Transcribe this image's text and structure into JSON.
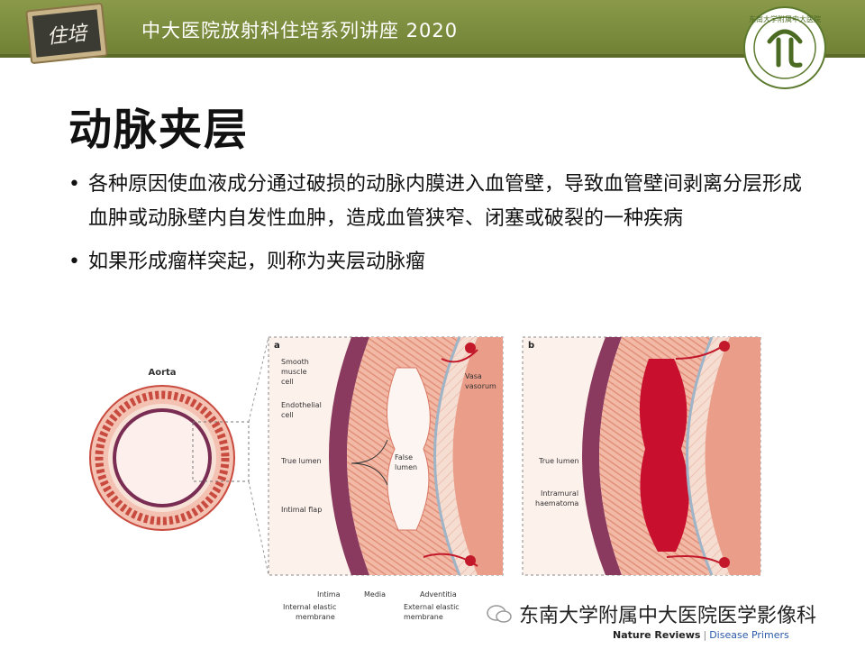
{
  "header": {
    "title": "中大医院放射科住培系列讲座 2020",
    "badge_text": "住培",
    "logo_text": "东南大学附属中大医院"
  },
  "slide": {
    "title": "动脉夹层",
    "bullets": [
      "各种原因使血液成分通过破损的动脉内膜进入血管壁，导致血管壁间剥离分层形成血肿或动脉壁内自发性血肿，造成血管狭窄、闭塞或破裂的一种疾病",
      "如果形成瘤样突起，则称为夹层动脉瘤"
    ],
    "bullet_glyph": "•"
  },
  "figure": {
    "aorta_label": "Aorta",
    "panel_a": {
      "letter": "a",
      "labels": {
        "smooth_muscle": [
          "Smooth",
          "muscle",
          "cell"
        ],
        "endothelial": [
          "Endothelial",
          "cell"
        ],
        "true_lumen": "True lumen",
        "false_lumen": [
          "False",
          "lumen"
        ],
        "intimal_flap": "Intimal flap",
        "vasa_vasorum": [
          "Vasa",
          "vasorum"
        ],
        "intima": "Intima",
        "media": "Media",
        "adventitia": "Adventitia",
        "internal_elastic": [
          "Internal elastic",
          "membrane"
        ],
        "external_elastic": [
          "External elastic",
          "membrane"
        ]
      }
    },
    "panel_b": {
      "letter": "b",
      "labels": {
        "true_lumen": "True lumen",
        "intramural": [
          "Intramural",
          "haematoma"
        ]
      }
    }
  },
  "watermark": "东南大学附属中大医院医学影像科",
  "credit": {
    "left": "Nature Reviews",
    "separator": "|",
    "right": "Disease Primers"
  },
  "colors": {
    "header_green": "#7b8b3e",
    "vessel_red": "#d9463a",
    "haematoma": "#c8102e",
    "text_link": "#2a5aa8"
  }
}
